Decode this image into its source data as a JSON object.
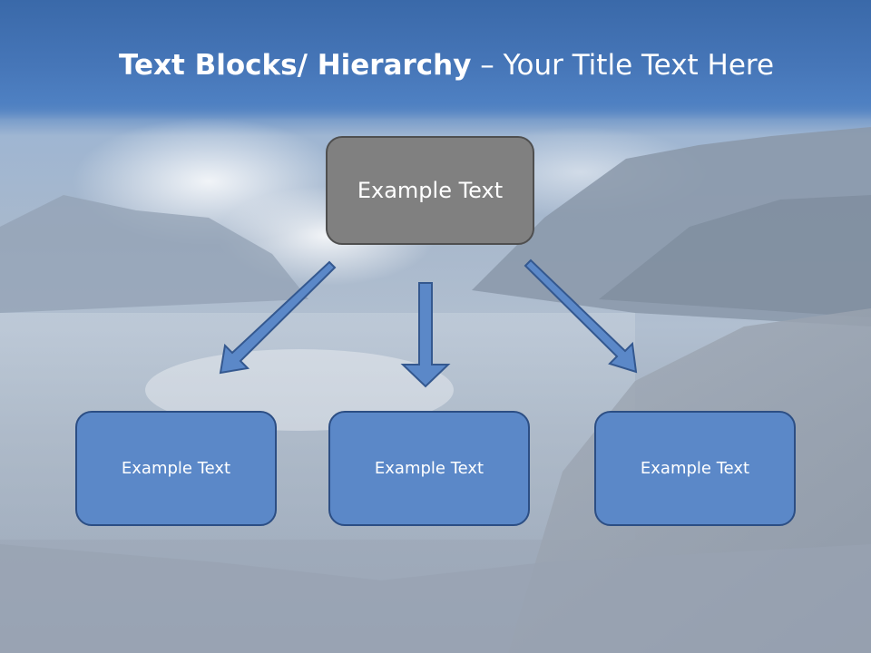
{
  "slide": {
    "title_bold": "Text Blocks/ Hierarchy",
    "title_dash": " – ",
    "title_rest": "Your Title Text Here"
  },
  "diagram": {
    "top": {
      "label": "Example Text"
    },
    "children": [
      {
        "label": "Example Text"
      },
      {
        "label": "Example Text"
      },
      {
        "label": "Example Text"
      }
    ]
  },
  "colors": {
    "title_bar": "#4676b8",
    "top_box_fill": "#808080",
    "top_box_border": "#4f4f4f",
    "child_box_fill": "#5b88c8",
    "child_box_border": "#2c4e84",
    "arrow_fill": "#5b88c8",
    "arrow_border": "#34588f"
  }
}
